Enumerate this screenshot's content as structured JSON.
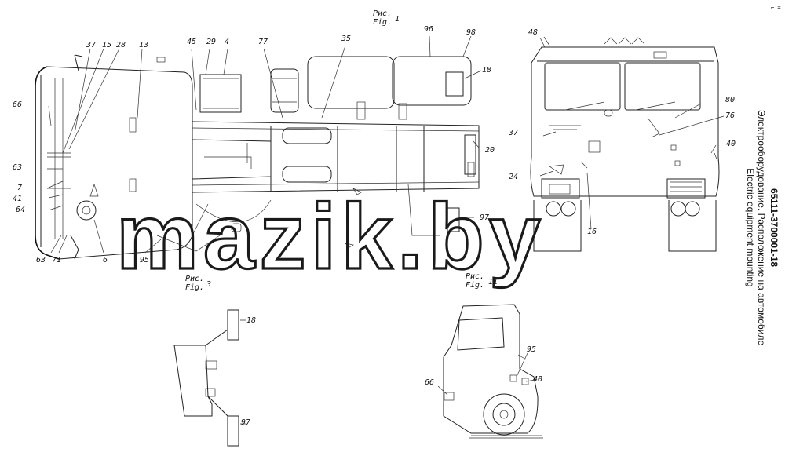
{
  "title": {
    "code": "65111-3700001-18",
    "ru": "Электрооборудование. Расположение на автомобиле",
    "en": "Electric equipment mounting"
  },
  "watermark": "mazik.by",
  "figures": [
    {
      "ru": "Рис.",
      "en": "Fig.",
      "num": "1"
    },
    {
      "ru": "Рис.",
      "en": "Fig.",
      "num": "3"
    },
    {
      "ru": "Рис.",
      "en": "Fig.",
      "num": "11"
    }
  ],
  "labels": {
    "top_view": [
      "37",
      "15",
      "28",
      "13",
      "45",
      "29",
      "4",
      "77",
      "35",
      "96",
      "98",
      "18",
      "66",
      "63",
      "7",
      "41",
      "64",
      "63",
      "71",
      "6",
      "95",
      "20",
      "97"
    ],
    "front_view": [
      "48",
      "80",
      "76",
      "37",
      "40",
      "24",
      "16"
    ],
    "fig3": [
      "18",
      "97"
    ],
    "fig11": [
      "95",
      "40",
      "66"
    ]
  },
  "corner_mark": "⌐ ="
}
